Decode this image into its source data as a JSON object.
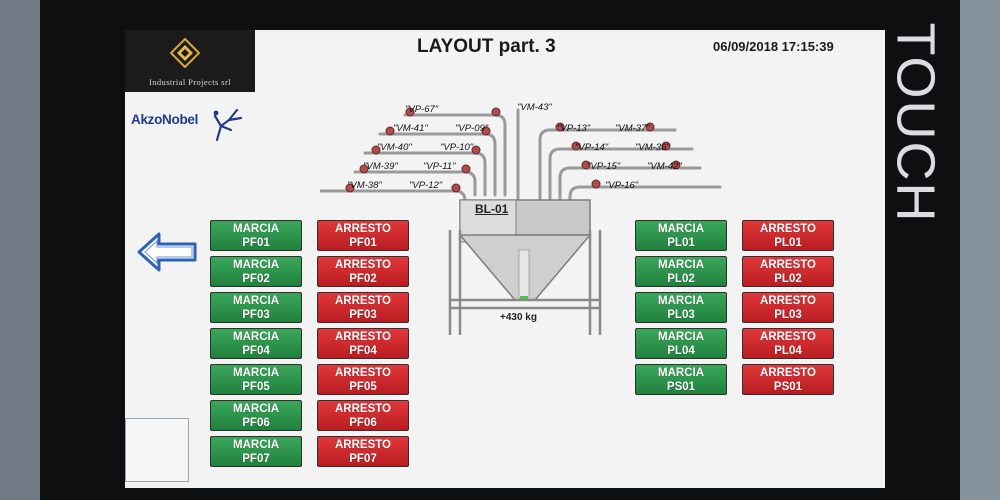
{
  "header": {
    "title": "LAYOUT part. 3",
    "datetime": "06/09/2018 17:15:39"
  },
  "frame": {
    "touch_label": "TOUCH"
  },
  "logos": {
    "industrial_projects": "Industrial Projects srl",
    "akzonobel": "AkzoNobel"
  },
  "left_panel": {
    "start_buttons": [
      {
        "line1": "MARCIA",
        "line2": "PF01"
      },
      {
        "line1": "MARCIA",
        "line2": "PF02"
      },
      {
        "line1": "MARCIA",
        "line2": "PF03"
      },
      {
        "line1": "MARCIA",
        "line2": "PF04"
      },
      {
        "line1": "MARCIA",
        "line2": "PF05"
      },
      {
        "line1": "MARCIA",
        "line2": "PF06"
      },
      {
        "line1": "MARCIA",
        "line2": "PF07"
      }
    ],
    "stop_buttons": [
      {
        "line1": "ARRESTO",
        "line2": "PF01"
      },
      {
        "line1": "ARRESTO",
        "line2": "PF02"
      },
      {
        "line1": "ARRESTO",
        "line2": "PF03"
      },
      {
        "line1": "ARRESTO",
        "line2": "PF04"
      },
      {
        "line1": "ARRESTO",
        "line2": "PF05"
      },
      {
        "line1": "ARRESTO",
        "line2": "PF06"
      },
      {
        "line1": "ARRESTO",
        "line2": "PF07"
      }
    ]
  },
  "right_panel": {
    "start_buttons": [
      {
        "line1": "MARCIA",
        "line2": "PL01"
      },
      {
        "line1": "MARCIA",
        "line2": "PL02"
      },
      {
        "line1": "MARCIA",
        "line2": "PL03"
      },
      {
        "line1": "MARCIA",
        "line2": "PL04"
      },
      {
        "line1": "MARCIA",
        "line2": "PS01"
      }
    ],
    "stop_buttons": [
      {
        "line1": "ARRESTO",
        "line2": "PL01"
      },
      {
        "line1": "ARRESTO",
        "line2": "PL02"
      },
      {
        "line1": "ARRESTO",
        "line2": "PL03"
      },
      {
        "line1": "ARRESTO",
        "line2": "PL04"
      },
      {
        "line1": "ARRESTO",
        "line2": "PS01"
      }
    ]
  },
  "tank": {
    "name": "BL-01",
    "weight": "+430 kg",
    "valves_left": [
      "\"VP-67\"",
      "\"VM-41\"",
      "\"VP-09\"",
      "\"VM-40\"",
      "\"VP-10\"",
      "\"VM-39\"",
      "\"VP-11\"",
      "\"VM-38\"",
      "\"VP-12\""
    ],
    "valves_center": [
      "\"VM-43\""
    ],
    "valves_right": [
      "\"VP-13\"",
      "\"VM-37\"",
      "\"VP-14\"",
      "\"VM-36\"",
      "\"VP-15\"",
      "\"VM-42\"",
      "\"VP-16\""
    ]
  },
  "icons": {
    "back": "back-arrow-icon"
  },
  "colors": {
    "start_button": "#2f9a4f",
    "stop_button": "#d2262b",
    "screen_bg": "#f3f3f3",
    "akzo_blue": "#1e3c8c"
  }
}
